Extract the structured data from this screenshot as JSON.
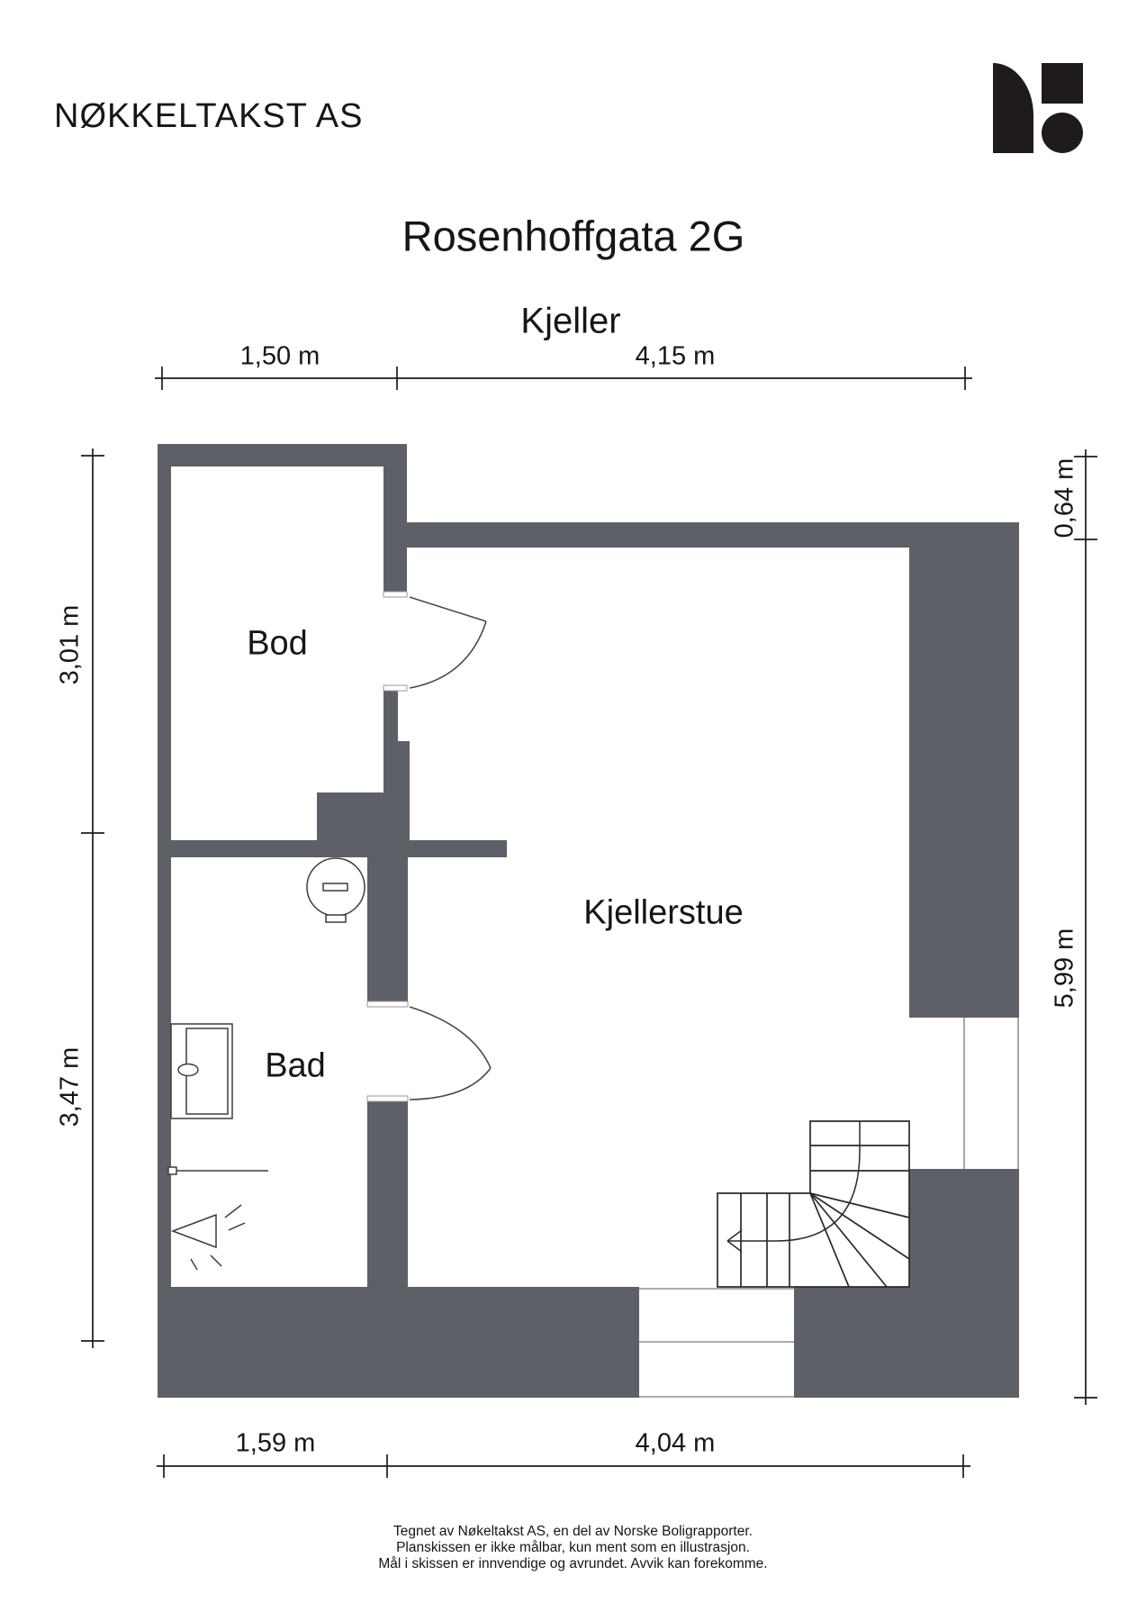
{
  "company": {
    "name": "NØKKELTAKST AS"
  },
  "plan": {
    "title": "Rosenhoffgata 2G",
    "floor": "Kjeller"
  },
  "rooms": {
    "bod": "Bod",
    "bad": "Bad",
    "kjellerstue": "Kjellerstue"
  },
  "dimensions": {
    "top": [
      "1,50 m",
      "4,15 m"
    ],
    "left": [
      "3,01 m",
      "3,47 m"
    ],
    "right": [
      "0,64 m",
      "5,99 m"
    ],
    "bottom": [
      "1,59 m",
      "4,04 m"
    ]
  },
  "footer": {
    "line1": "Tegnet av Nøkeltakst AS, en del av Norske Boligrapporter.",
    "line2": "Planskissen er ikke målbar, kun ment som en illustrasjon.",
    "line3": "Mål i skissen er innvendige og avrundet. Avvik kan forekomme."
  },
  "colors": {
    "wall": "#5d6066",
    "logo": "#1e1b1a",
    "dimension_line": "#1b1b1b",
    "fixture_line": "#3d3d3d",
    "text": "#161616"
  },
  "icons": {
    "logo": "nokkeltakst-logo",
    "heater": "water-heater-icon",
    "sink": "bathroom-sink-icon",
    "shower": "shower-icon",
    "shower_rail": "shower-partition-line",
    "stairs": "winder-stairs-icon",
    "door_bod": "door-swing-icon",
    "door_bad": "door-swing-icon"
  }
}
